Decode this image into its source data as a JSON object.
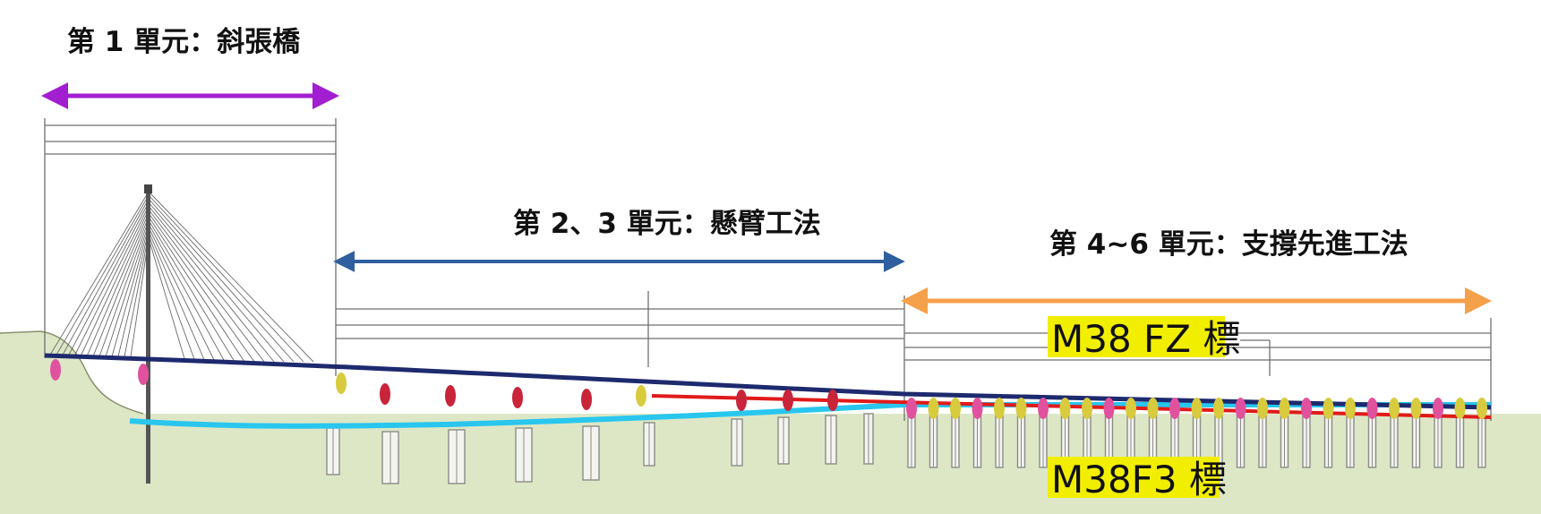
{
  "units": [
    {
      "label": "第 1 單元：斜張橋",
      "arrow_color": "#a21fd1"
    },
    {
      "label": "第 2、3 單元：懸臂工法",
      "arrow_color": "#2f5f9e"
    },
    {
      "label": "第 4~6 單元：支撐先進工法",
      "arrow_color": "#f5a04a"
    }
  ],
  "contracts": [
    {
      "label": "M38 FZ 標",
      "highlight": "#f2ee00"
    },
    {
      "label": "M38F3 標",
      "highlight": "#f2ee00"
    }
  ],
  "colors": {
    "ground": "#dde7c6",
    "deck": "#1e2a6e",
    "soffit": "#29c6ee",
    "red_line": "#e11a1a",
    "pier": "#8c8c86",
    "bearing_pink": "#e0529e",
    "bearing_red": "#c8243a",
    "bearing_yellow": "#d8cb3e"
  }
}
